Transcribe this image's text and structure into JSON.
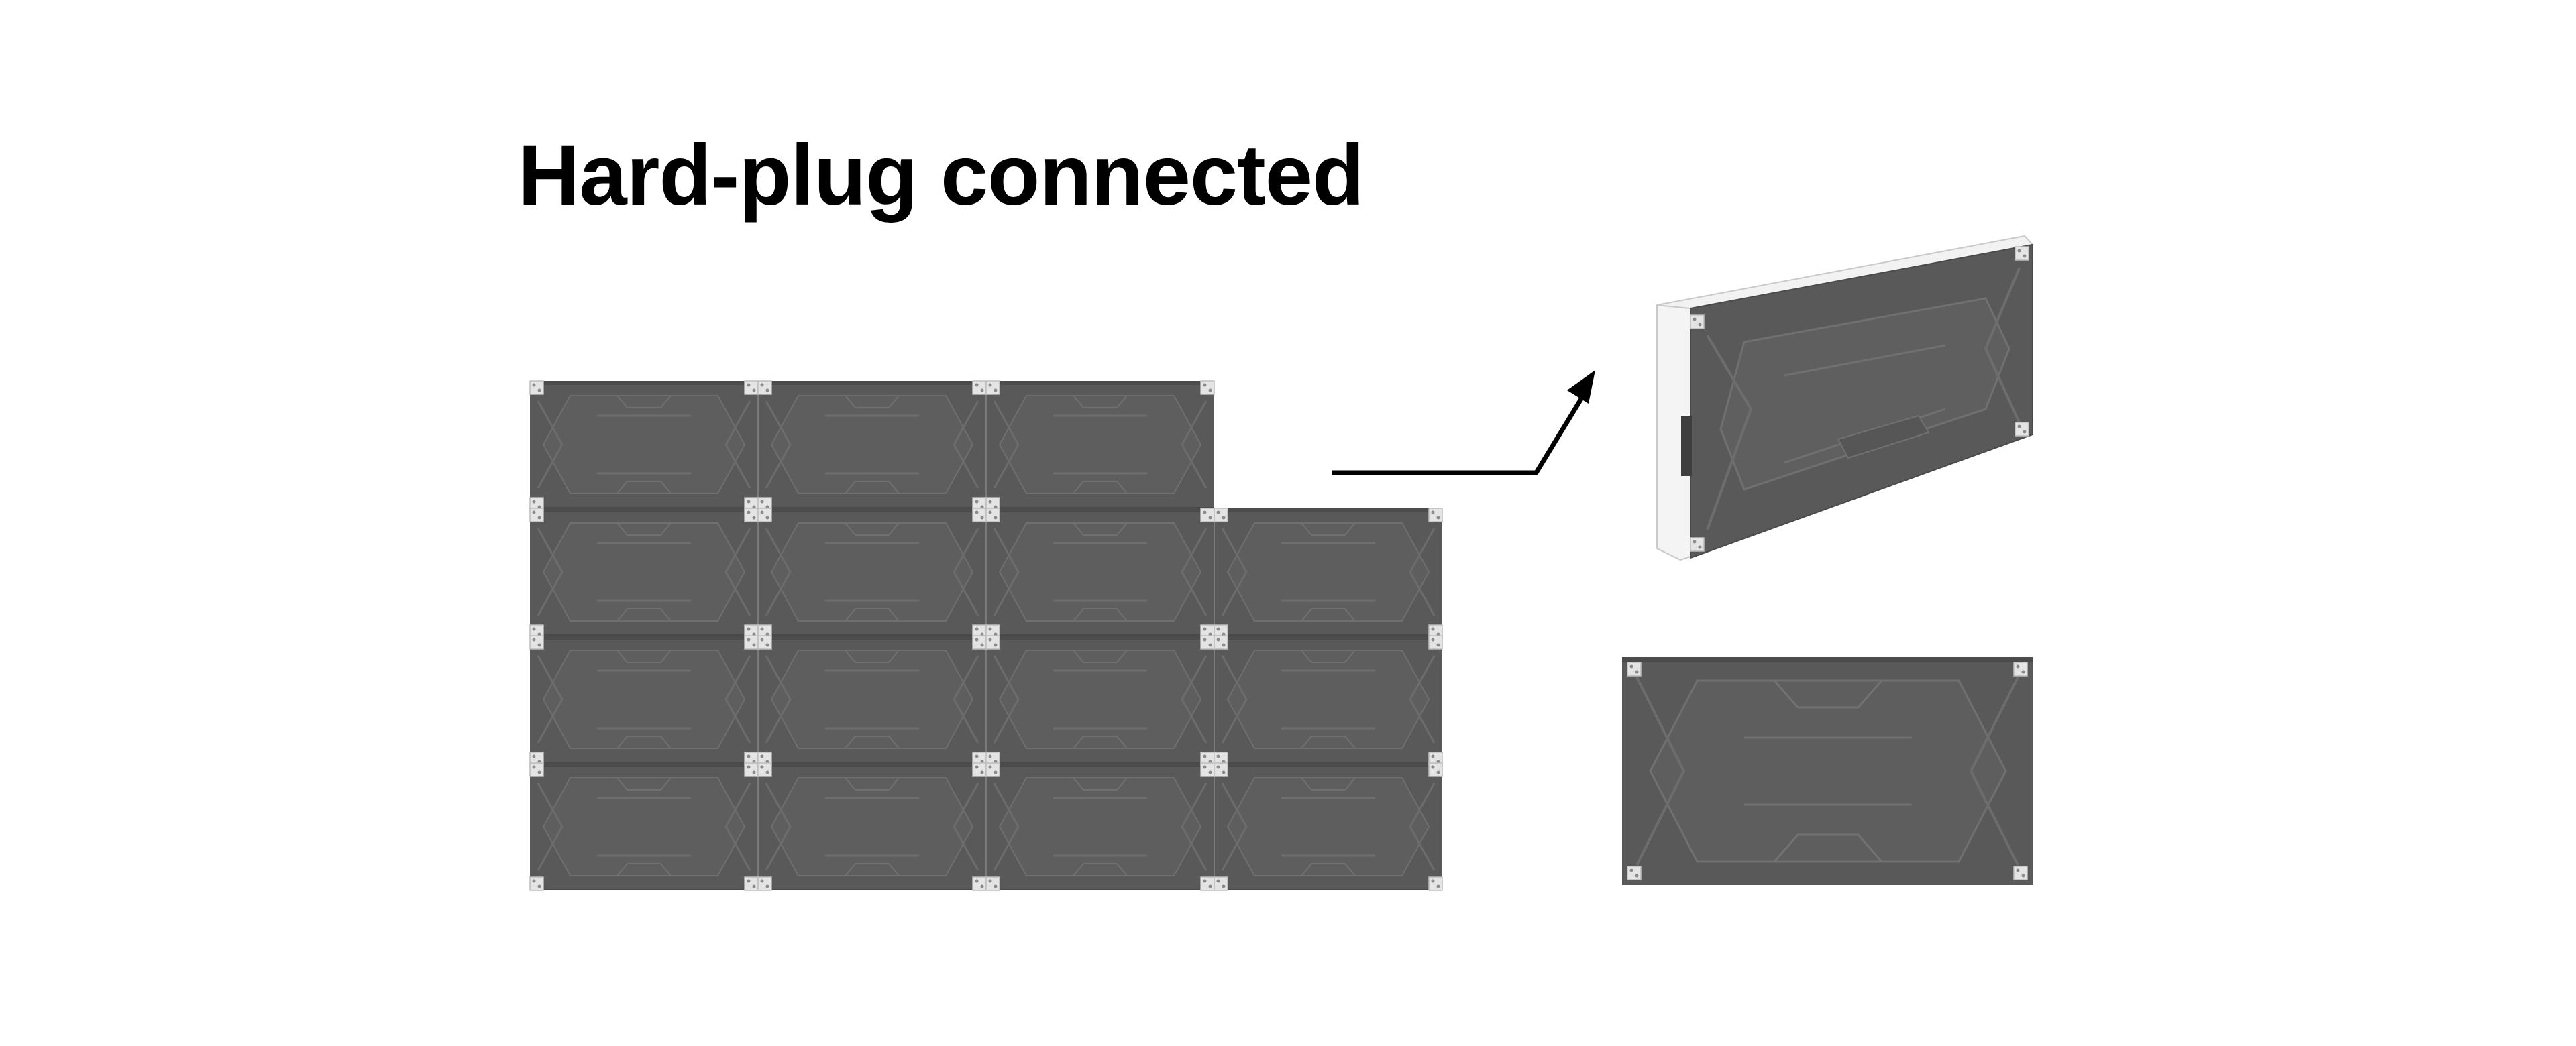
{
  "heading": {
    "text": "Hard-plug connected"
  },
  "colors": {
    "cabinet_body": "#595959",
    "cabinet_shadow": "#474747",
    "cabinet_lines": "#6f6f6f",
    "corner_bracket": "#e2e2e2",
    "frame_edge": "#f3f3f3",
    "arrow": "#000000",
    "background": "#ffffff"
  },
  "grid": {
    "rows": [
      3,
      4,
      4,
      4
    ],
    "description_icon": "led-cabinet-icon"
  }
}
